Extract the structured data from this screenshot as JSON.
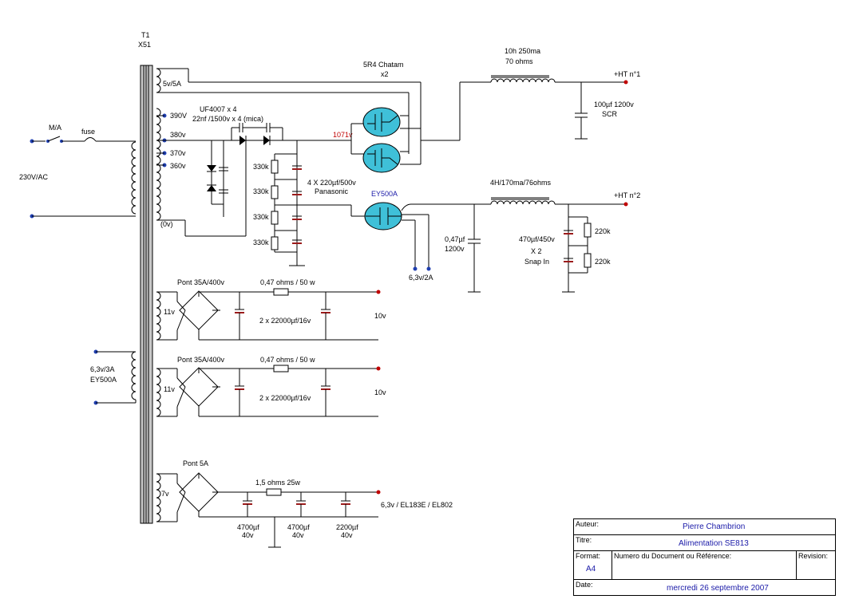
{
  "diagram": {
    "transformer": {
      "name": "T1",
      "type": "X51"
    },
    "mains": {
      "switch": "M/A",
      "fuse": "fuse",
      "voltage": "230V/AC"
    },
    "windings": {
      "w5v": "5v/5A",
      "w390": "390V",
      "w380": "380v",
      "w370": "370v",
      "w360": "360v",
      "w0": "(0v)"
    },
    "rectifier_5r4": {
      "name": "5R4 Chatam",
      "qty": "x2"
    },
    "choke1": {
      "line1": "10h 250ma",
      "line2": "70 ohms"
    },
    "ht1": {
      "label": "+HT n°1"
    },
    "cap_scr": {
      "line1": "100µf 1200v",
      "line2": "SCR"
    },
    "diodes": {
      "line1": "UF4007 x 4",
      "line2": "22nf /1500v x 4 (mica)"
    },
    "hv_voltage": "1071v",
    "resistors_330k": [
      "330k",
      "330k",
      "330k",
      "330k"
    ],
    "caps_220": {
      "line1": "4 X 220µf/500v",
      "line2": "Panasonic"
    },
    "ey500a": {
      "name": "EY500A",
      "heater": "6,3v/2A"
    },
    "choke2": {
      "label": "4H/170ma/76ohms"
    },
    "ht2": {
      "label": "+HT n°2"
    },
    "cap_047": {
      "line1": "0,47µf",
      "line2": "1200v"
    },
    "cap_470": {
      "line1": "470µf/450v",
      "line2": "X 2",
      "line3": "Snap In"
    },
    "res_220k": [
      "220k",
      "220k"
    ],
    "supply10v_a": {
      "bridge": "Pont 35A/400v",
      "resistor": "0,47 ohms / 50 w",
      "caps": "2 x 22000µf/16v",
      "winding": "11v",
      "output": "10v"
    },
    "supply10v_b": {
      "bridge": "Pont 35A/400v",
      "resistor": "0,47 ohms / 50 w",
      "caps": "2 x 22000µf/16v",
      "winding": "11v",
      "output": "10v"
    },
    "ey500a_heater": {
      "line1": "6,3v/3A",
      "line2": "EY500A"
    },
    "supply6v": {
      "bridge": "Pont 5A",
      "resistor": "1,5 ohms 25w",
      "winding": "7v",
      "output": "6,3v / EL183E / EL802",
      "caps": [
        {
          "value": "4700µf",
          "voltage": "40v"
        },
        {
          "value": "4700µf",
          "voltage": "40v"
        },
        {
          "value": "2200µf",
          "voltage": "40v"
        }
      ]
    }
  },
  "title_block": {
    "author_label": "Auteur:",
    "author": "Pierre Chambrion",
    "title_label": "Titre:",
    "title": "Alimentation SE813",
    "format_label": "Format:",
    "format": "A4",
    "doc_label": "Numero du Document ou Référence:",
    "revision_label": "Revision:",
    "date_label": "Date:",
    "date": "mercredi 26 septembre 2007"
  },
  "colors": {
    "tube_fill": "#3fc0d8",
    "wire": "#000000",
    "terminal_blue": "#1f3fb0",
    "terminal_red": "#c00000",
    "accent_text": "#1a1aa8",
    "electrolytic_plate": "#9b1b1b"
  }
}
